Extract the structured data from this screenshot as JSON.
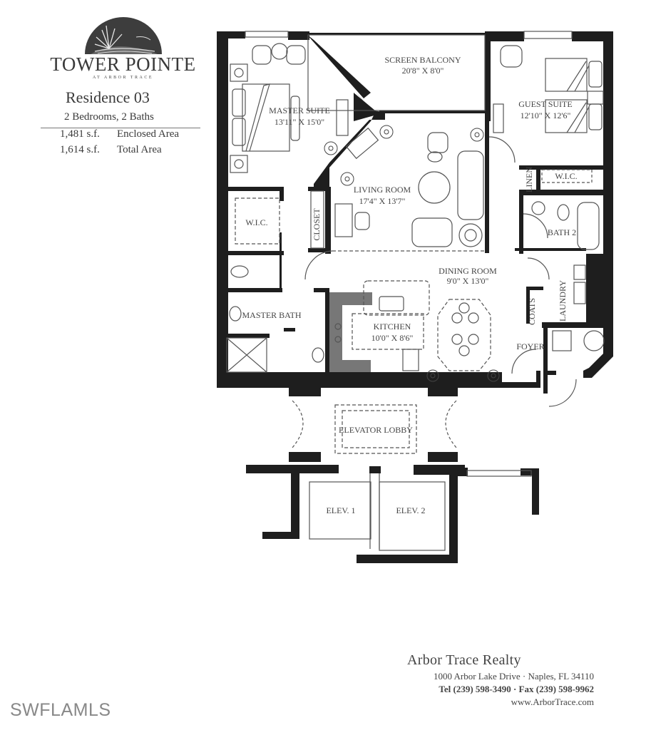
{
  "header": {
    "brand": "TOWER POINTE",
    "brand_subtitle": "AT ARBOR TRACE",
    "residence": "Residence 03",
    "beds_baths": "2 Bedrooms, 2 Baths",
    "areas": [
      {
        "value": "1,481 s.f.",
        "label": "Enclosed Area"
      },
      {
        "value": "1,614 s.f.",
        "label": "Total Area"
      }
    ]
  },
  "rooms": [
    {
      "name": "SCREEN BALCONY",
      "dims": "20'8\" X 8'0\""
    },
    {
      "name": "MASTER SUITE",
      "dims": "13'11\" X 15'0\""
    },
    {
      "name": "GUEST SUITE",
      "dims": "12'10\" X 12'6\""
    },
    {
      "name": "LIVING ROOM",
      "dims": "17'4\" X 13'7\""
    },
    {
      "name": "DINING ROOM",
      "dims": "9'0\" X 13'0\""
    },
    {
      "name": "KITCHEN",
      "dims": "10'0\" X 8'6\""
    },
    {
      "name": "MASTER BATH",
      "dims": ""
    },
    {
      "name": "BATH 2",
      "dims": ""
    },
    {
      "name": "FOYER",
      "dims": ""
    },
    {
      "name": "ELEVATOR LOBBY",
      "dims": ""
    },
    {
      "name": "ELEV. 1",
      "dims": ""
    },
    {
      "name": "ELEV. 2",
      "dims": ""
    }
  ],
  "closets": {
    "wic_master": "W.I.C.",
    "wic_guest": "W.I.C.",
    "closet": "CLOSET",
    "linen": "LINEN",
    "coats": "COATS",
    "laundry": "LAUNDRY"
  },
  "footer": {
    "company": "Arbor Trace Realty",
    "address": "1000 Arbor Lake Drive · Naples, FL 34110",
    "phones": "Tel (239) 598-3490 · Fax (239) 598-9962",
    "website": "www.ArborTrace.com"
  },
  "watermark": "SWFLAMLS"
}
